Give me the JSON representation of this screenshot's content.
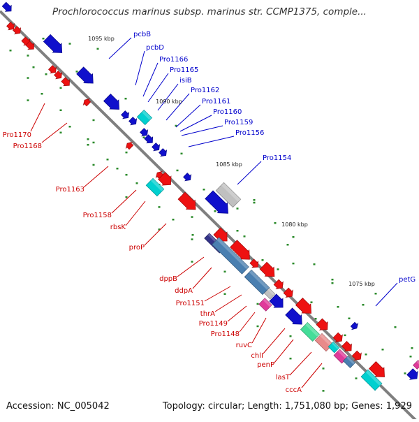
{
  "title": "Prochlorococcus marinus subsp. marinus str. CCMP1375, comple...",
  "footer": {
    "accession": "Accession: NC_005042",
    "summary": "Topology: circular; Length: 1,751,080 bp; Genes: 1,929"
  },
  "scale": {
    "unit": "kbp",
    "ticks": [
      "1095 kbp",
      "1090 kbp",
      "1085 kbp",
      "1080 kbp",
      "1075 kbp"
    ]
  },
  "colors": {
    "backbone": "#808080",
    "forward_cds": "#ee1111",
    "reverse_cds": "#1010cc",
    "trna": "#00d0d0",
    "pseudo": "#c0c0c0",
    "steelblue": "#4a7fb0",
    "label_forward": "#cc0000",
    "label_reverse": "#0000cc",
    "scale_tick": "#2a8a2a"
  },
  "labels_reverse": [
    "pcbB",
    "pcbD",
    "Pro1166",
    "Pro1165",
    "isiB",
    "Pro1162",
    "Pro1161",
    "Pro1160",
    "Pro1159",
    "Pro1156",
    "Pro1154",
    "petG"
  ],
  "labels_forward": [
    "Pro1170",
    "Pro1168",
    "Pro1163",
    "Pro1158",
    "rbsK",
    "proP",
    "dppB",
    "ddpA",
    "Pro1151",
    "thrA",
    "Pro1149",
    "Pro1148",
    "ruvC",
    "chlI",
    "penP",
    "lasT",
    "cccA"
  ]
}
